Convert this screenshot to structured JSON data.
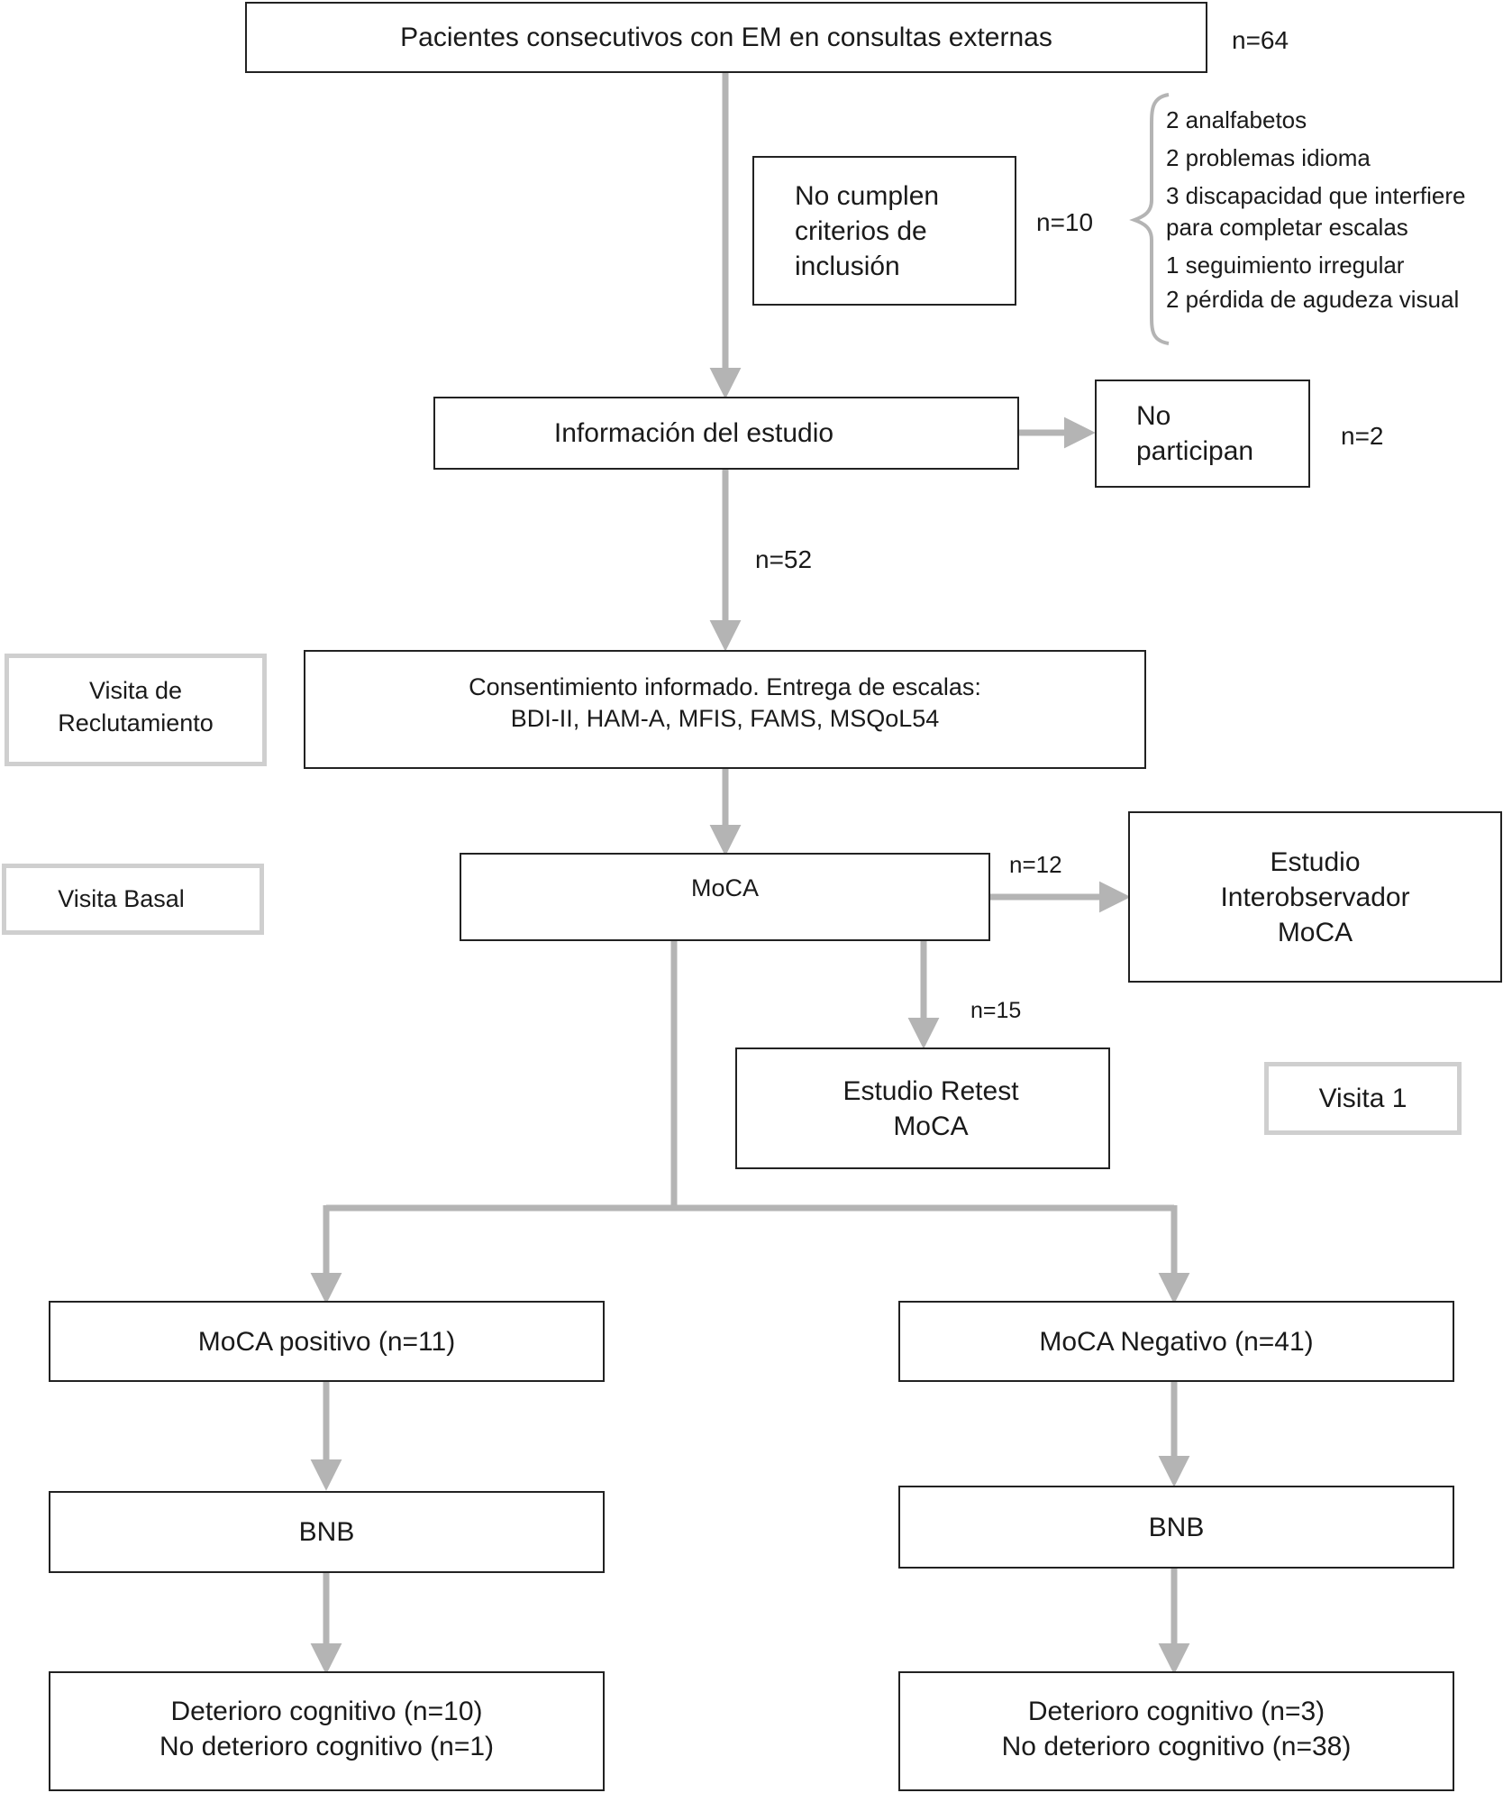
{
  "boxes": {
    "pacientes": "Pacientes consecutivos con EM en consultas externas",
    "no_cumplen": [
      "No cumplen",
      "criterios de",
      "inclusión"
    ],
    "informacion": "Información del estudio",
    "no_participan": [
      "No",
      "participan"
    ],
    "consentimiento": [
      "Consentimiento informado. Entrega de escalas:",
      "BDI-II, HAM-A, MFIS, FAMS, MSQoL54"
    ],
    "moca": "MoCA",
    "interobservador": [
      "Estudio",
      "Interobservador",
      "MoCA"
    ],
    "retest": [
      "Estudio Retest",
      "MoCA"
    ],
    "moca_positivo": "MoCA positivo (n=11)",
    "moca_negativo": "MoCA Negativo (n=41)",
    "bnb_left": "BNB",
    "bnb_right": "BNB",
    "resultado_left": [
      "Deterioro cognitivo (n=10)",
      "No deterioro cognitivo (n=1)"
    ],
    "resultado_right": [
      "Deterioro cognitivo (n=3)",
      "No deterioro cognitivo (n=38)"
    ]
  },
  "visits": {
    "reclutamiento": [
      "Visita de",
      "Reclutamiento"
    ],
    "basal": "Visita Basal",
    "visita1": "Visita 1"
  },
  "counts": {
    "n64": "n=64",
    "n10": "n=10",
    "n2": "n=2",
    "n52": "n=52",
    "n12": "n=12",
    "n15": "n=15"
  },
  "exclusions": [
    "2 analfabetos",
    "2 problemas idioma",
    "3 discapacidad que interfiere",
    "para completar escalas",
    "1 seguimiento irregular",
    "2 pérdida de agudeza visual"
  ],
  "colors": {
    "arrow": "#b4b4b4",
    "box_border": "#222222",
    "visit_border": "#cfcfcf"
  }
}
